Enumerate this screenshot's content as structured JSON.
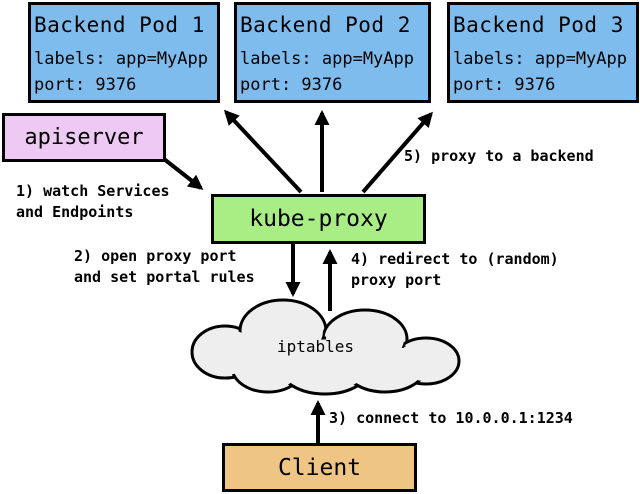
{
  "boxes": {
    "pods": [
      {
        "title": "Backend Pod 1",
        "labels": "labels: app=MyApp",
        "port": "port: 9376"
      },
      {
        "title": "Backend Pod 2",
        "labels": "labels: app=MyApp",
        "port": "port: 9376"
      },
      {
        "title": "Backend Pod 3",
        "labels": "labels: app=MyApp",
        "port": "port: 9376"
      }
    ],
    "apiserver": "apiserver",
    "kube_proxy": "kube-proxy",
    "iptables": "iptables",
    "client": "Client"
  },
  "annotations": {
    "step1_line1": "1) watch Services",
    "step1_line2": "and Endpoints",
    "step2_line1": "2) open proxy port",
    "step2_line2": "and set portal rules",
    "step3": "3) connect to 10.0.0.1:1234",
    "step4_line1": "4) redirect to (random)",
    "step4_line2": "proxy port",
    "step5": "5) proxy to a backend"
  },
  "colors": {
    "backend_pod_fill": "#7FBCEE",
    "kube_proxy_fill": "#A9EE85",
    "apiserver_fill": "#EEC9F4",
    "client_fill": "#EEC584",
    "iptables_cloud_fill": "#EEEEEE",
    "outline": "#000000"
  }
}
